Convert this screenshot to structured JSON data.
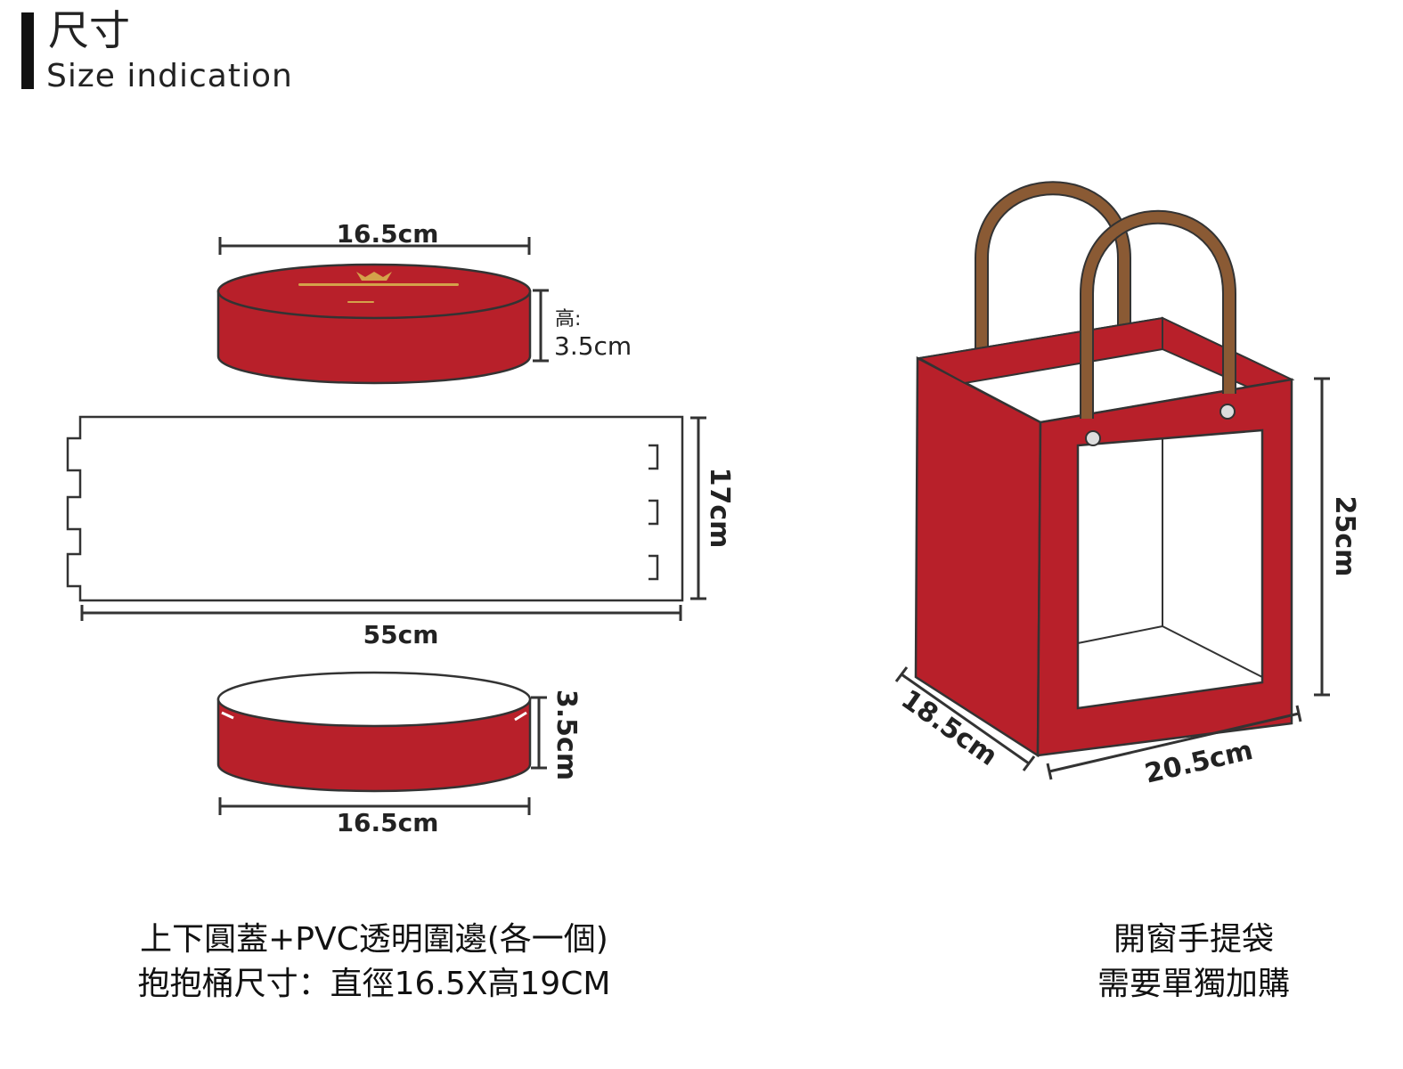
{
  "header": {
    "title_zh": "尺寸",
    "title_en": "Size indication"
  },
  "box": {
    "lid_diameter": "16.5cm",
    "lid_height_label": "高:",
    "lid_height": "3.5cm",
    "wall_height": "17cm",
    "wall_length": "55cm",
    "base_height": "3.5cm",
    "base_diameter": "16.5cm",
    "caption_line1": "上下圓蓋+PVC透明圍邊(各一個)",
    "caption_line2": "抱抱桶尺寸：直徑16.5X高19CM"
  },
  "bag": {
    "height": "25cm",
    "depth": "18.5cm",
    "width": "20.5cm",
    "caption_line1": "開窗手提袋",
    "caption_line2": "需要單獨加購"
  },
  "colors": {
    "red": "#b8202a",
    "handle": "#8a5a34",
    "line": "#333333"
  }
}
